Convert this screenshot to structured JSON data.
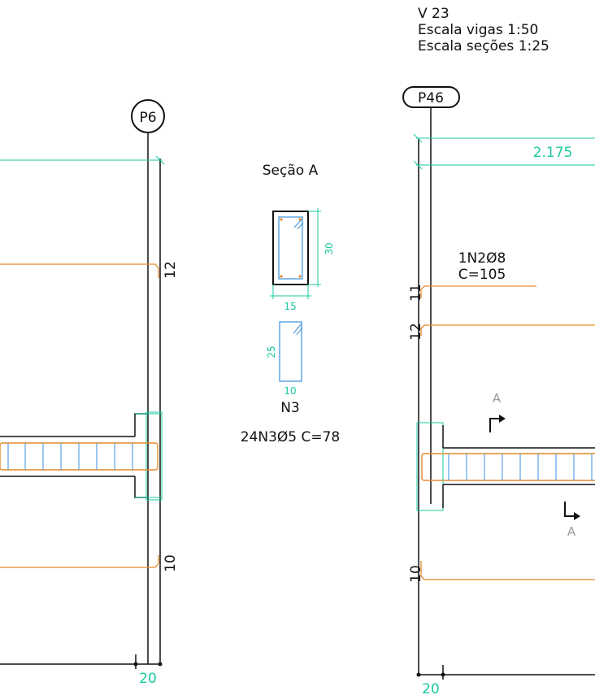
{
  "header": {
    "beam_id": "V 23",
    "beam_scale": "Escala vigas 1:50",
    "section_scale": "Escala seções 1:25"
  },
  "columns": {
    "left": "P6",
    "right": "P46"
  },
  "section": {
    "title": "Seção A",
    "height": "30",
    "width": "15",
    "stirrup_height": "25",
    "stirrup_width": "10",
    "stirrup_name": "N3",
    "stirrup_spec": "24N3Ø5 C=78",
    "cut_label": "A"
  },
  "dimensions": {
    "span_length": "2.175",
    "left_top": "12",
    "left_bottom": "10",
    "left_width": "20",
    "right_bar_a": "11",
    "right_bar_b": "12",
    "right_bottom": "10",
    "right_width": "20"
  },
  "bars": {
    "top_bar_name": "1N2Ø8",
    "top_bar_length": "C=105"
  },
  "colors": {
    "outline": "#111111",
    "dimension": "#19c9a0",
    "rebar": "#e58a2b",
    "stirrup": "#3a8fe0",
    "section_marker": "#9a9a9a"
  }
}
